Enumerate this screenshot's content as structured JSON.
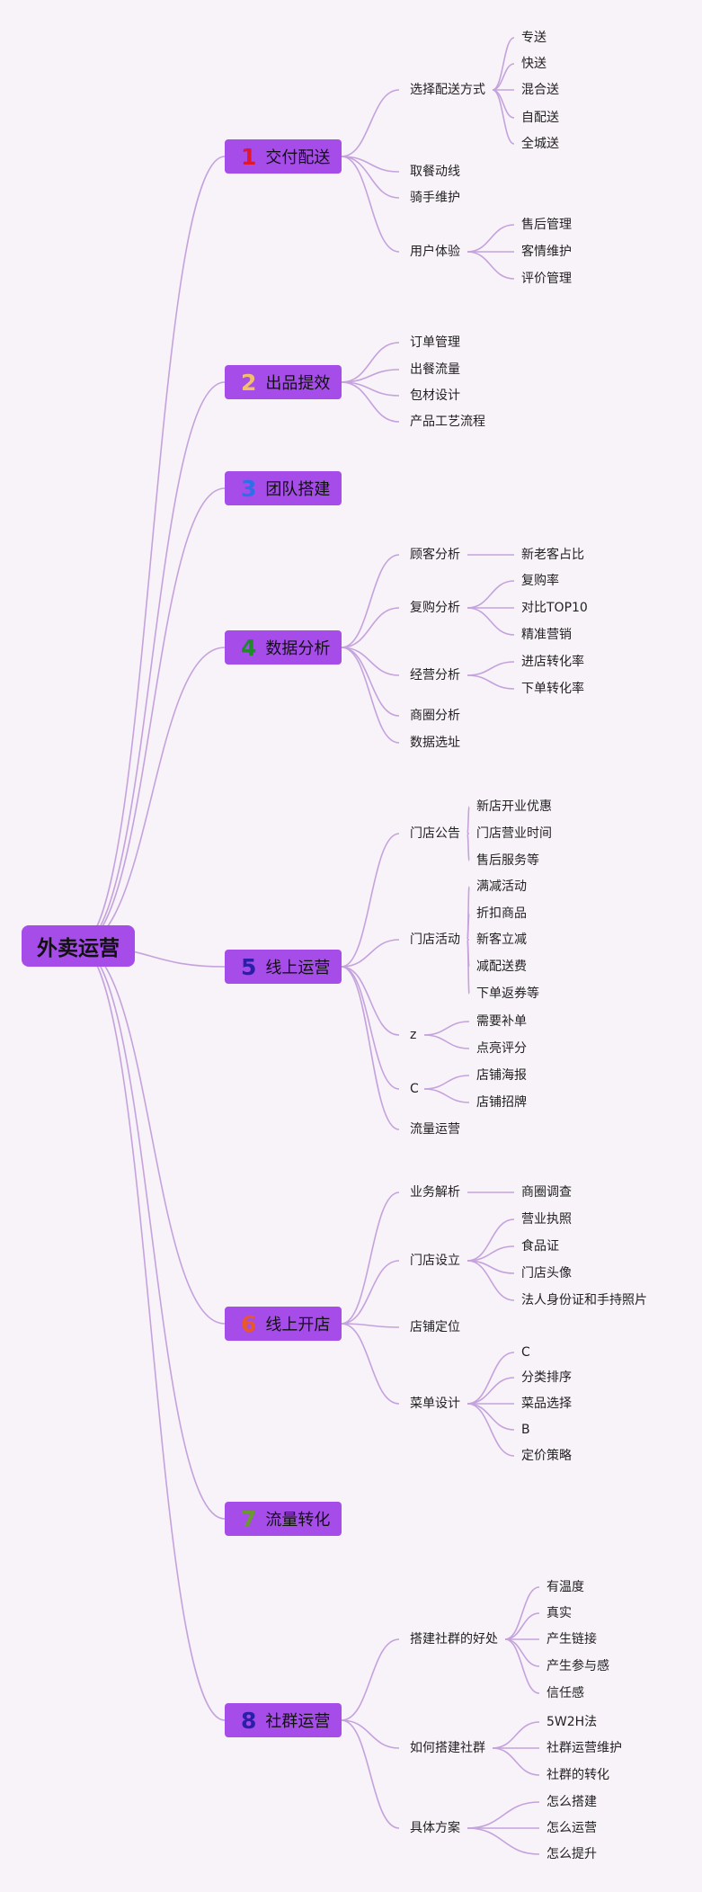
{
  "root": {
    "label": "外卖运营"
  },
  "colors": {
    "box": "#a64ce8",
    "line": "#c4a3dc",
    "background": "#f8f2f9"
  },
  "branches": [
    {
      "num": "1",
      "num_color": "#e0182b",
      "label": "交付配送",
      "children": [
        {
          "label": "选择配送方式",
          "children": [
            "专送",
            "快送",
            "混合送",
            "自配送",
            "全城送"
          ]
        },
        {
          "label": "取餐动线",
          "children": []
        },
        {
          "label": "骑手维护",
          "children": []
        },
        {
          "label": "用户体验",
          "children": [
            "售后管理",
            "客情维护",
            "评价管理"
          ]
        }
      ]
    },
    {
      "num": "2",
      "num_color": "#f2c06b",
      "label": "出品提效",
      "children": [
        {
          "label": "订单管理",
          "children": []
        },
        {
          "label": "出餐流量",
          "children": []
        },
        {
          "label": "包材设计",
          "children": []
        },
        {
          "label": "产品工艺流程",
          "children": []
        }
      ]
    },
    {
      "num": "3",
      "num_color": "#2d6fe8",
      "label": "团队搭建",
      "children": []
    },
    {
      "num": "4",
      "num_color": "#1e8a2c",
      "label": "数据分析",
      "children": [
        {
          "label": "顾客分析",
          "children": [
            "新老客占比"
          ]
        },
        {
          "label": "复购分析",
          "children": [
            "复购率",
            "对比TOP10",
            "精准营销"
          ]
        },
        {
          "label": "经营分析",
          "children": [
            "进店转化率",
            "下单转化率"
          ]
        },
        {
          "label": "商圈分析",
          "children": []
        },
        {
          "label": "数据选址",
          "children": []
        }
      ]
    },
    {
      "num": "5",
      "num_color": "#2a1fa8",
      "label": "线上运营",
      "children": [
        {
          "label": "门店公告",
          "children": [
            "新店开业优惠",
            "门店营业时间",
            "售后服务等"
          ]
        },
        {
          "label": "门店活动",
          "children": [
            "满减活动",
            "折扣商品",
            "新客立减",
            "减配送费",
            "下单返券等"
          ]
        },
        {
          "label": "z",
          "children": [
            "需要补单",
            "点亮评分"
          ]
        },
        {
          "label": "C",
          "children": [
            "店铺海报",
            "店铺招牌"
          ]
        },
        {
          "label": "流量运营",
          "children": []
        }
      ]
    },
    {
      "num": "6",
      "num_color": "#e8582a",
      "label": "线上开店",
      "children": [
        {
          "label": "业务解析",
          "children": [
            "商圈调查"
          ]
        },
        {
          "label": "门店设立",
          "children": [
            "营业执照",
            "食品证",
            "门店头像",
            "法人身份证和手持照片"
          ]
        },
        {
          "label": "店铺定位",
          "children": []
        },
        {
          "label": "菜单设计",
          "children": [
            "C",
            "分类排序",
            "菜品选择",
            "B",
            "定价策略"
          ]
        }
      ]
    },
    {
      "num": "7",
      "num_color": "#6a9a2e",
      "label": "流量转化",
      "children": []
    },
    {
      "num": "8",
      "num_color": "#2a1fa8",
      "label": "社群运营",
      "children": [
        {
          "label": "搭建社群的好处",
          "children": [
            "有温度",
            "真实",
            "产生链接",
            "产生参与感",
            "信任感"
          ]
        },
        {
          "label": "如何搭建社群",
          "children": [
            "5W2H法",
            "社群运营维护",
            "社群的转化"
          ]
        },
        {
          "label": "具体方案",
          "children": [
            "怎么搭建",
            "怎么运营",
            "怎么提升"
          ]
        }
      ]
    }
  ]
}
